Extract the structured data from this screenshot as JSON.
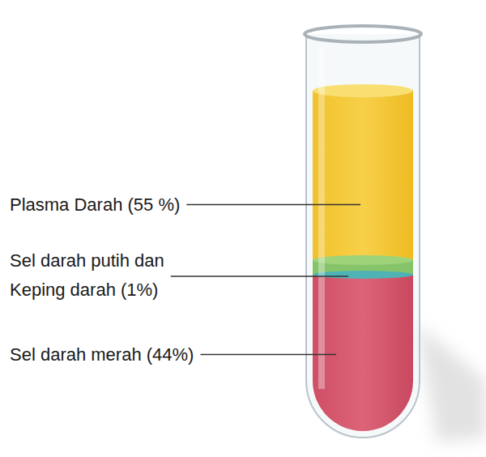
{
  "diagram": {
    "labels": [
      "Plasma Darah (55 %)",
      "Sel darah putih dan Keping darah (1%)",
      "Sel darah merah (44%)"
    ]
  }
}
